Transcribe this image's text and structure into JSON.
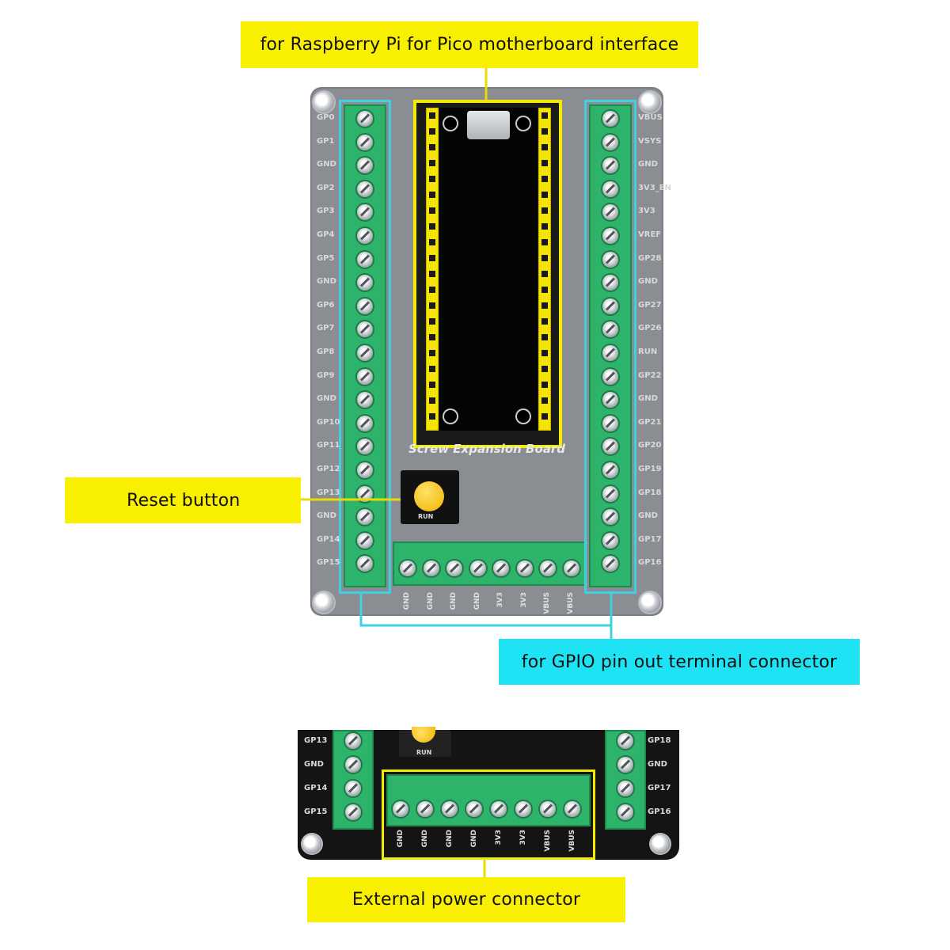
{
  "callouts": {
    "pico_interface": "for Raspberry Pi for Pico motherboard interface",
    "reset_button": "Reset button",
    "gpio_terminal": "for GPIO pin out terminal connector",
    "external_power": "External power connector"
  },
  "board": {
    "title": "Screw Expansion Board",
    "button_label": "RUN",
    "left_pins": [
      "GP0",
      "GP1",
      "GND",
      "GP2",
      "GP3",
      "GP4",
      "GP5",
      "GND",
      "GP6",
      "GP7",
      "GP8",
      "GP9",
      "GND",
      "GP10",
      "GP11",
      "GP12",
      "GP13",
      "GND",
      "GP14",
      "GP15"
    ],
    "right_pins": [
      "VBUS",
      "VSYS",
      "GND",
      "3V3_EN",
      "3V3",
      "VREF",
      "GP28",
      "GND",
      "GP27",
      "GP26",
      "RUN",
      "GP22",
      "GND",
      "GP21",
      "GP20",
      "GP19",
      "GP18",
      "GND",
      "GP17",
      "GP16"
    ],
    "bottom_pins": [
      "GND",
      "GND",
      "GND",
      "GND",
      "3V3",
      "3V3",
      "VBUS",
      "VBUS"
    ]
  },
  "zoom": {
    "left_pins": [
      "GP13",
      "GND",
      "GP14",
      "GP15"
    ],
    "right_pins": [
      "GP18",
      "GND",
      "GP17",
      "GP16"
    ],
    "bottom_pins": [
      "GND",
      "GND",
      "GND",
      "GND",
      "3V3",
      "3V3",
      "VBUS",
      "VBUS"
    ],
    "button_label": "RUN"
  },
  "colors": {
    "callout_yellow": "#f8f000",
    "callout_cyan": "#1ee3f4",
    "terminal_green": "#2eb36a",
    "board_gray": "#8a8d91"
  }
}
